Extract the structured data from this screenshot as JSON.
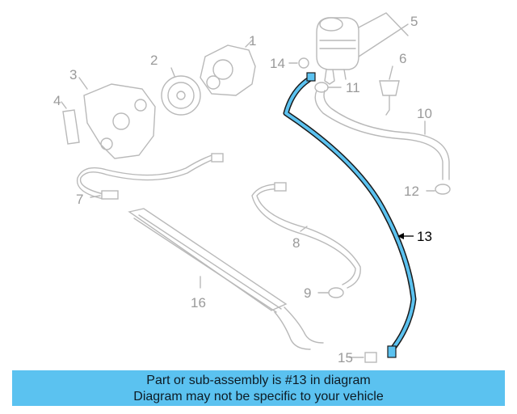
{
  "callouts": {
    "c1": "1",
    "c2": "2",
    "c3": "3",
    "c4": "4",
    "c5": "5",
    "c6": "6",
    "c7": "7",
    "c8": "8",
    "c9": "9",
    "c10": "10",
    "c11": "11",
    "c12": "12",
    "c13": "13",
    "c14": "14",
    "c15": "15",
    "c16": "16"
  },
  "highlight": {
    "part": "13",
    "color": "#5bc2f0"
  },
  "banner": {
    "line1": "Part or sub-assembly is #13 in diagram",
    "line2": "Diagram may not be specific to your vehicle"
  }
}
